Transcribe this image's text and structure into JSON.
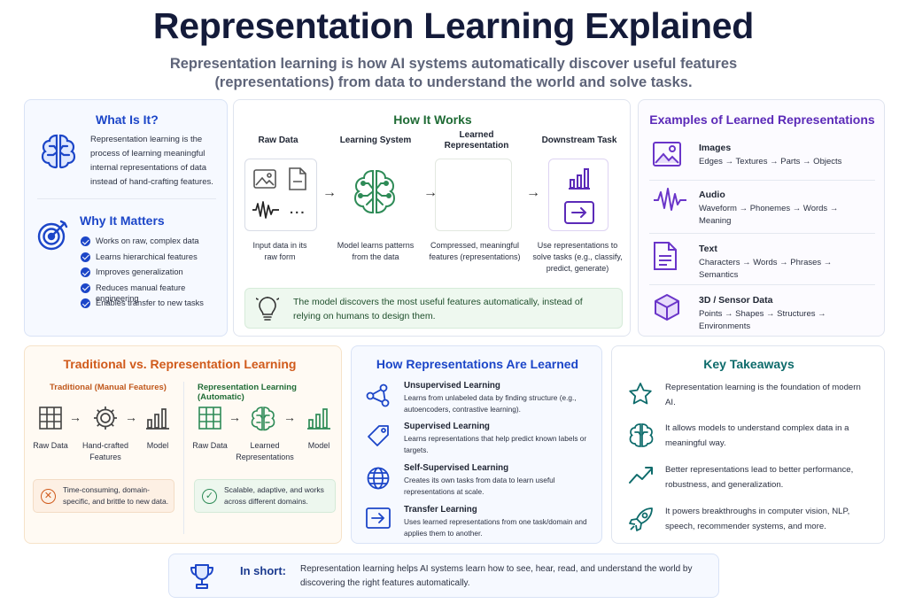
{
  "header": {
    "title": "Representation Learning Explained",
    "subtitle": "Representation learning is how AI systems automatically discover useful features (representations) from data to understand the world and solve tasks."
  },
  "what_is_it": {
    "title": "What Is It?",
    "text": "Representation learning is the process of learning meaningful internal representations of data instead of hand-crafting features."
  },
  "why_it_matters": {
    "title": "Why It Matters",
    "items": [
      "Works on raw, complex data",
      "Learns hierarchical features",
      "Improves generalization",
      "Reduces manual feature engineering",
      "Enables transfer to new tasks"
    ]
  },
  "how_it_works": {
    "title": "How It Works",
    "steps": [
      {
        "heading": "Raw Data",
        "caption": "Input data in its raw form"
      },
      {
        "heading": "Learning System",
        "caption": "Model learns patterns from the data"
      },
      {
        "heading": "Learned Representation",
        "caption": "Compressed, meaningful features (representations)"
      },
      {
        "heading": "Downstream Task",
        "caption": "Use representations to solve tasks (e.g., classify, predict, generate)"
      }
    ],
    "dots": "...",
    "callout": "The model discovers the most useful features automatically, instead of relying on humans to design them.",
    "accent": "#2e8b57"
  },
  "examples": {
    "title": "Examples of Learned Representations",
    "items": [
      {
        "name": "Images",
        "desc": "Edges → Textures → Parts → Objects",
        "icon": "image-icon"
      },
      {
        "name": "Audio",
        "desc": "Waveform → Phonemes → Words → Meaning",
        "icon": "waveform-icon"
      },
      {
        "name": "Text",
        "desc": "Characters → Words → Phrases → Semantics",
        "icon": "document-icon"
      },
      {
        "name": "3D / Sensor Data",
        "desc": "Points → Shapes → Structures → Environments",
        "icon": "cube-icon"
      }
    ],
    "accent": "#6a35c9"
  },
  "traditional_vs": {
    "title": "Traditional vs. Representation Learning",
    "traditional": {
      "heading": "Traditional (Manual Features)",
      "labels": [
        "Raw Data",
        "Hand-crafted Features",
        "Model"
      ],
      "note": "Time-consuming, domain-specific, and brittle to new data."
    },
    "representation": {
      "heading": "Representation Learning (Automatic)",
      "labels": [
        "Raw Data",
        "Learned Representations",
        "Model"
      ],
      "note": "Scalable, adaptive, and works across different domains."
    }
  },
  "how_learned": {
    "title": "How Representations Are Learned",
    "items": [
      {
        "name": "Unsupervised Learning",
        "desc": "Learns from unlabeled data by finding structure (e.g., autoencoders, contrastive learning).",
        "icon": "network-icon"
      },
      {
        "name": "Supervised Learning",
        "desc": "Learns representations that help predict known labels or targets.",
        "icon": "tag-icon"
      },
      {
        "name": "Self-Supervised Learning",
        "desc": "Creates its own tasks from data to learn useful representations at scale.",
        "icon": "globe-icon"
      },
      {
        "name": "Transfer Learning",
        "desc": "Uses learned representations from one task/domain and applies them to another.",
        "icon": "transfer-icon"
      }
    ]
  },
  "takeaways": {
    "title": "Key Takeaways",
    "items": [
      {
        "text": "Representation learning is the foundation of modern AI.",
        "icon": "star-icon"
      },
      {
        "text": "It allows models to understand complex data in a meaningful way.",
        "icon": "brain-icon"
      },
      {
        "text": "Better representations lead to better performance, robustness, and generalization.",
        "icon": "trend-up-icon"
      },
      {
        "text": "It powers breakthroughs in computer vision, NLP, speech, recommender systems, and more.",
        "icon": "rocket-icon"
      }
    ]
  },
  "in_short": {
    "label": "In short:",
    "text": "Representation learning helps AI systems learn how to see, hear, read, and understand the world by discovering the right features automatically."
  }
}
